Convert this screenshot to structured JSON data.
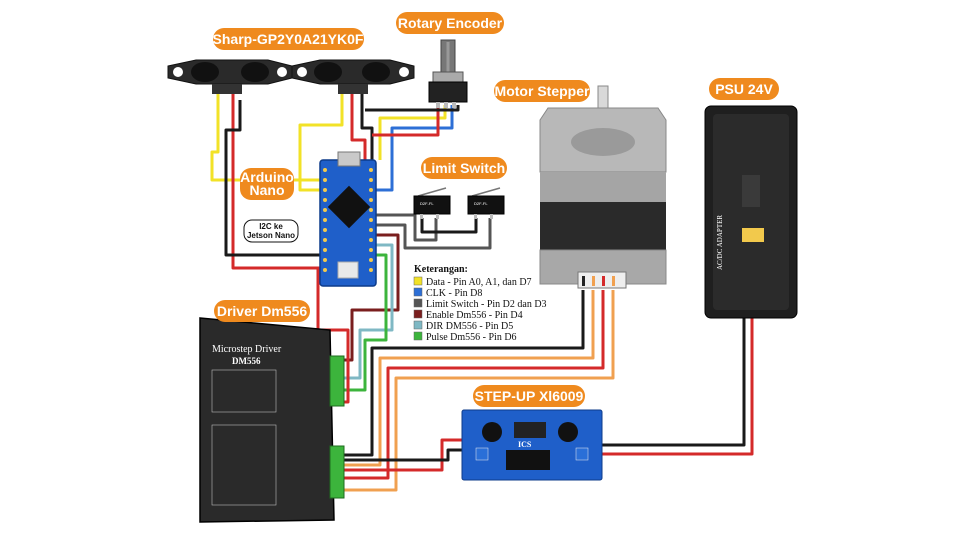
{
  "labels": {
    "sharp": "Sharp-GP2Y0A21YK0F",
    "rotary": "Rotary Encoder",
    "motor": "Motor Stepper",
    "psu": "PSU 24V",
    "limit": "Limit Switch",
    "arduino_line1": "Arduino",
    "arduino_line2": "Nano",
    "i2c_line1": "I2C ke",
    "i2c_line2": "Jetson Nano",
    "driver": "Driver Dm556",
    "stepup": "STEP-UP Xl6009"
  },
  "legend": {
    "title": "Keterangan:",
    "items": [
      {
        "color": "#f2e227",
        "text": "Data - Pin A0, A1, dan D7"
      },
      {
        "color": "#2d6fd6",
        "text": "CLK - Pin D8"
      },
      {
        "color": "#555555",
        "text": "Limit Switch - Pin D2 dan D3"
      },
      {
        "color": "#7a1e1e",
        "text": "Enable Dm556 - Pin D4"
      },
      {
        "color": "#7fb8c4",
        "text": "DIR DM556 - Pin D5"
      },
      {
        "color": "#3cb43c",
        "text": "Pulse Dm556 - Pin D6"
      }
    ]
  },
  "device_text": {
    "driver_title": "Microstep Driver",
    "driver_model": "DM556",
    "switch_model": "D2F-FL",
    "psu_side": "AC/DC ADAPTER",
    "stepup_logo": "ICS"
  },
  "colors": {
    "accent_orange": "#ef8a1e",
    "wire_red": "#d42a2a",
    "wire_black": "#1a1a1a",
    "wire_orange": "#f0a050",
    "arduino_blue": "#1f5fc9"
  }
}
